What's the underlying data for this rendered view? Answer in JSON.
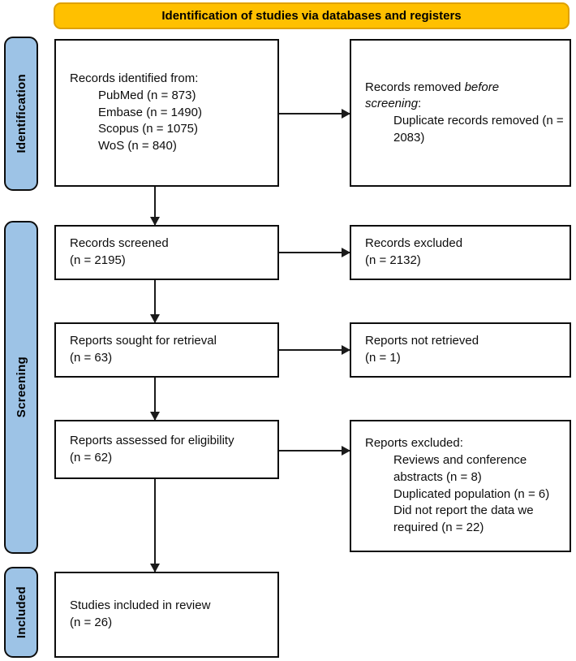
{
  "banner": {
    "label": "Identification of studies via databases and registers"
  },
  "sidebar": {
    "identification": "Identification",
    "screening": "Screening",
    "included": "Included"
  },
  "boxes": {
    "records_identified": {
      "title": "Records identified from:",
      "items": [
        "PubMed (n = 873)",
        "Embase (n = 1490)",
        "Scopus (n = 1075)",
        "WoS (n = 840)"
      ]
    },
    "records_removed": {
      "title_prefix": "Records removed ",
      "title_italic": "before screening",
      "title_suffix": ":",
      "items": [
        "Duplicate records removed (n = 2083)"
      ]
    },
    "records_screened": {
      "line1": "Records screened",
      "line2": "(n = 2195)"
    },
    "records_excluded": {
      "line1": "Records excluded",
      "line2": "(n = 2132)"
    },
    "reports_sought": {
      "line1": "Reports sought for retrieval",
      "line2": "(n = 63)"
    },
    "reports_not_retrieved": {
      "line1": "Reports not retrieved",
      "line2": "(n = 1)"
    },
    "reports_assessed": {
      "line1": "Reports assessed for eligibility",
      "line2": "(n = 62)"
    },
    "reports_excluded": {
      "title": "Reports excluded:",
      "items": [
        "Reviews and conference abstracts (n = 8)",
        "Duplicated population (n = 6)",
        "Did not report the data we required (n = 22)"
      ]
    },
    "studies_included": {
      "line1": "Studies included in review",
      "line2": "(n = 26)"
    }
  },
  "colors": {
    "banner_fill": "#FFC000",
    "banner_border": "#DFA100",
    "stage_fill": "#9DC3E6",
    "box_border": "#0d0d0d",
    "arrow": "#1a1a1a"
  }
}
